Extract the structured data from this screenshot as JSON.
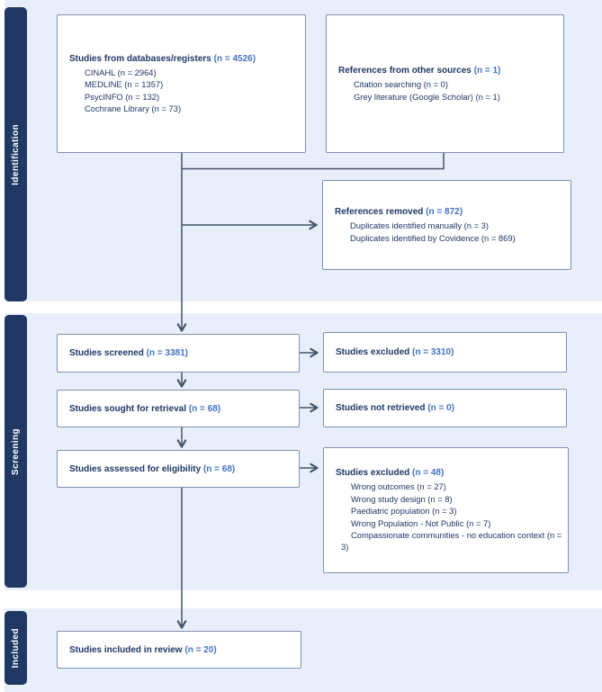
{
  "palette": {
    "section_bg": "#e9effa",
    "sidebar_bg": "#1f3864",
    "sidebar_text": "#ffffff",
    "box_bg": "#ffffff",
    "box_border": "#7e90b0",
    "text_navy": "#1f3864",
    "accent_blue": "#4472c4",
    "arrow": "#44546a"
  },
  "sidebar": {
    "identification": "Identification",
    "screening": "Screening",
    "included": "Included"
  },
  "boxes": {
    "databases": {
      "label": "Studies from databases/registers",
      "n": "(n = 4526)",
      "items": [
        "CINAHL (n = 2964)",
        "MEDLINE (n = 1357)",
        "PsycINFO (n = 132)",
        "Cochrane Library (n = 73)"
      ]
    },
    "other_sources": {
      "label": "References from other sources",
      "n": "(n = 1)",
      "items": [
        "Citation searching (n = 0)",
        "Grey literature (Google Scholar) (n = 1)"
      ]
    },
    "removed": {
      "label": "References removed",
      "n": "(n = 872)",
      "items": [
        "Duplicates identified manually (n = 3)",
        "Duplicates identified by Covidence (n = 869)"
      ]
    },
    "screened": {
      "label": "Studies screened",
      "n": "(n = 3381)"
    },
    "excluded_screening": {
      "label": "Studies excluded",
      "n": "(n = 3310)"
    },
    "sought": {
      "label": "Studies sought for retrieval",
      "n": "(n = 68)"
    },
    "not_retrieved": {
      "label": "Studies not retrieved",
      "n": "(n = 0)"
    },
    "eligibility": {
      "label": "Studies assessed for eligibility",
      "n": "(n = 68)"
    },
    "excluded_eligibility": {
      "label": "Studies excluded",
      "n": "(n = 48)",
      "items": [
        "Wrong outcomes (n = 27)",
        "Wrong study design (n = 8)",
        "Paediatric population (n = 3)",
        "Wrong Population - Not Public (n = 7)",
        "Compassionate communities - no education context (n = 3)"
      ]
    },
    "included": {
      "label": "Studies included in review",
      "n": "(n = 20)"
    }
  }
}
